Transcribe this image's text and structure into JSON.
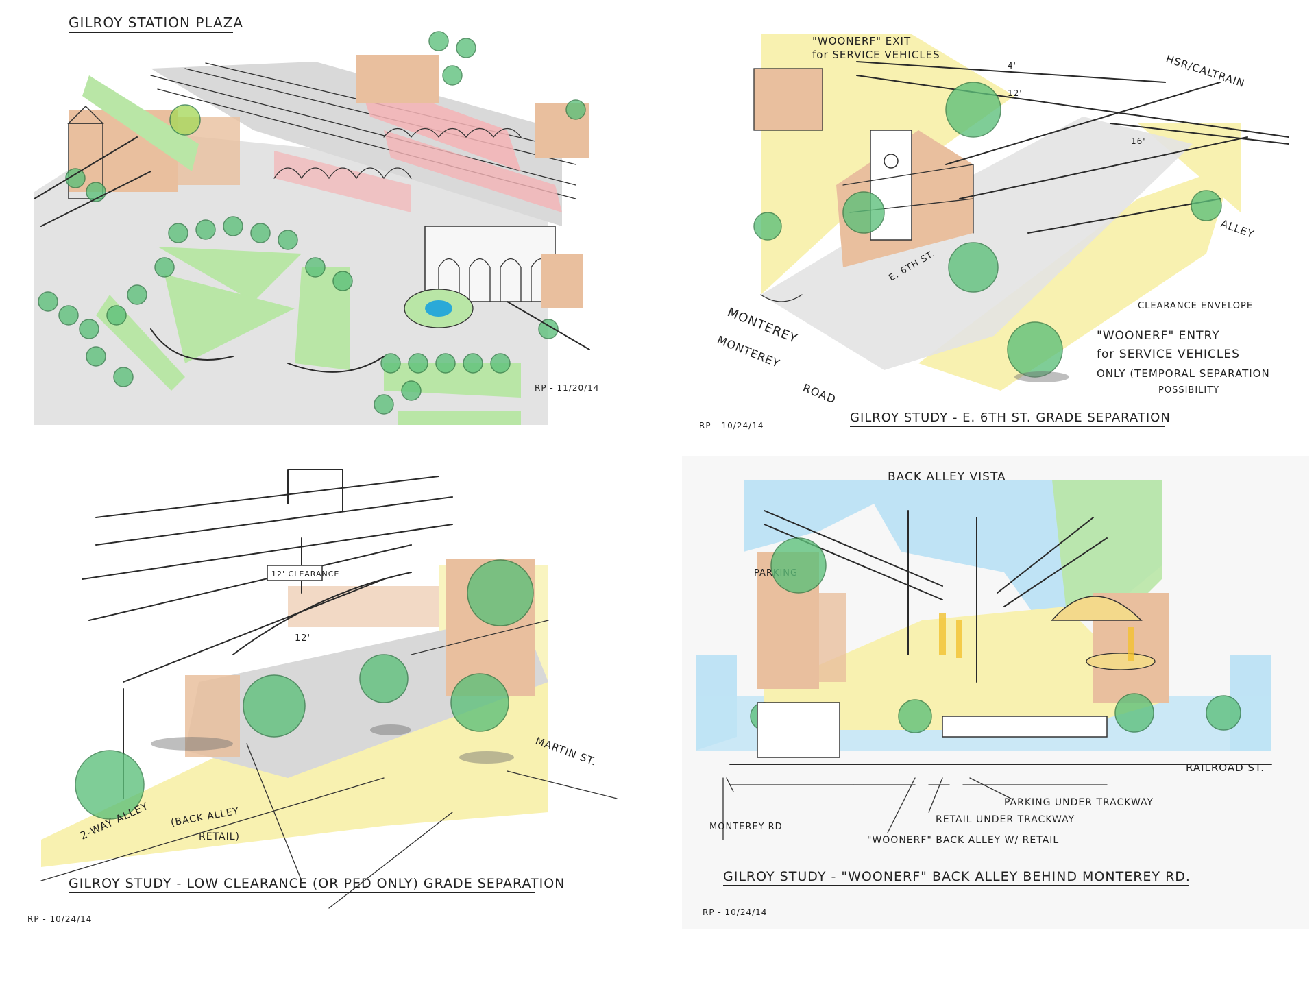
{
  "panels": {
    "station_plaza": {
      "title": "GILROY STATION PLAZA",
      "signature": "RP - 11/20/14"
    },
    "sixth_st": {
      "title": "GILROY STUDY - E. 6TH ST. GRADE SEPARATION",
      "signature": "RP - 10/24/14",
      "labels": {
        "woonerf_exit_1": "\"WOONERF\" EXIT",
        "woonerf_exit_2": "for SERVICE VEHICLES",
        "hsr": "HSR/CALTRAIN",
        "dim_4": "4'",
        "dim_12": "12'",
        "dim_16": "16'",
        "alley": "ALLEY",
        "clearance": "CLEARANCE ENVELOPE",
        "woonerf_entry_1": "\"WOONERF\" ENTRY",
        "woonerf_entry_2": "for SERVICE VEHICLES",
        "woonerf_entry_3": "ONLY (TEMPORAL SEPARATION",
        "woonerf_entry_4": "POSSIBILITY",
        "e6th": "E. 6TH ST.",
        "monterey_1": "MONTEREY",
        "monterey_2": "MONTEREY",
        "road": "ROAD"
      }
    },
    "low_clearance": {
      "title": "GILROY STUDY - LOW CLEARANCE (OR PED ONLY) GRADE SEPARATION",
      "signature": "RP - 10/24/14",
      "labels": {
        "clearance_sign": "12' CLEARANCE",
        "dim_12": "12'",
        "martin": "MARTIN ST.",
        "two_way": "2-WAY ALLEY",
        "back_alley_1": "(BACK ALLEY",
        "back_alley_2": "RETAIL)"
      }
    },
    "back_alley": {
      "title": "GILROY STUDY - \"WOONERF\" BACK ALLEY BEHIND MONTEREY RD.",
      "signature": "RP - 10/24/14",
      "labels": {
        "vista": "BACK ALLEY VISTA",
        "parking_sign": "PARKING",
        "railroad": "RAILROAD ST.",
        "parking_under": "PARKING UNDER TRACKWAY",
        "retail_under": "RETAIL UNDER TRACKWAY",
        "woonerf_alley": "\"WOONERF\" BACK ALLEY W/ RETAIL",
        "monterey_rd": "MONTEREY RD"
      }
    }
  },
  "colors": {
    "grass": "#b9e6a6",
    "tree": "#5cc07a",
    "building": "#e9bf9e",
    "roof_red": "#f2a7a9",
    "paving_yellow": "#f8f1b0",
    "sky_blue": "#bfe3f5",
    "gray": "#d8d8d8",
    "water": "#2aa9d8"
  }
}
